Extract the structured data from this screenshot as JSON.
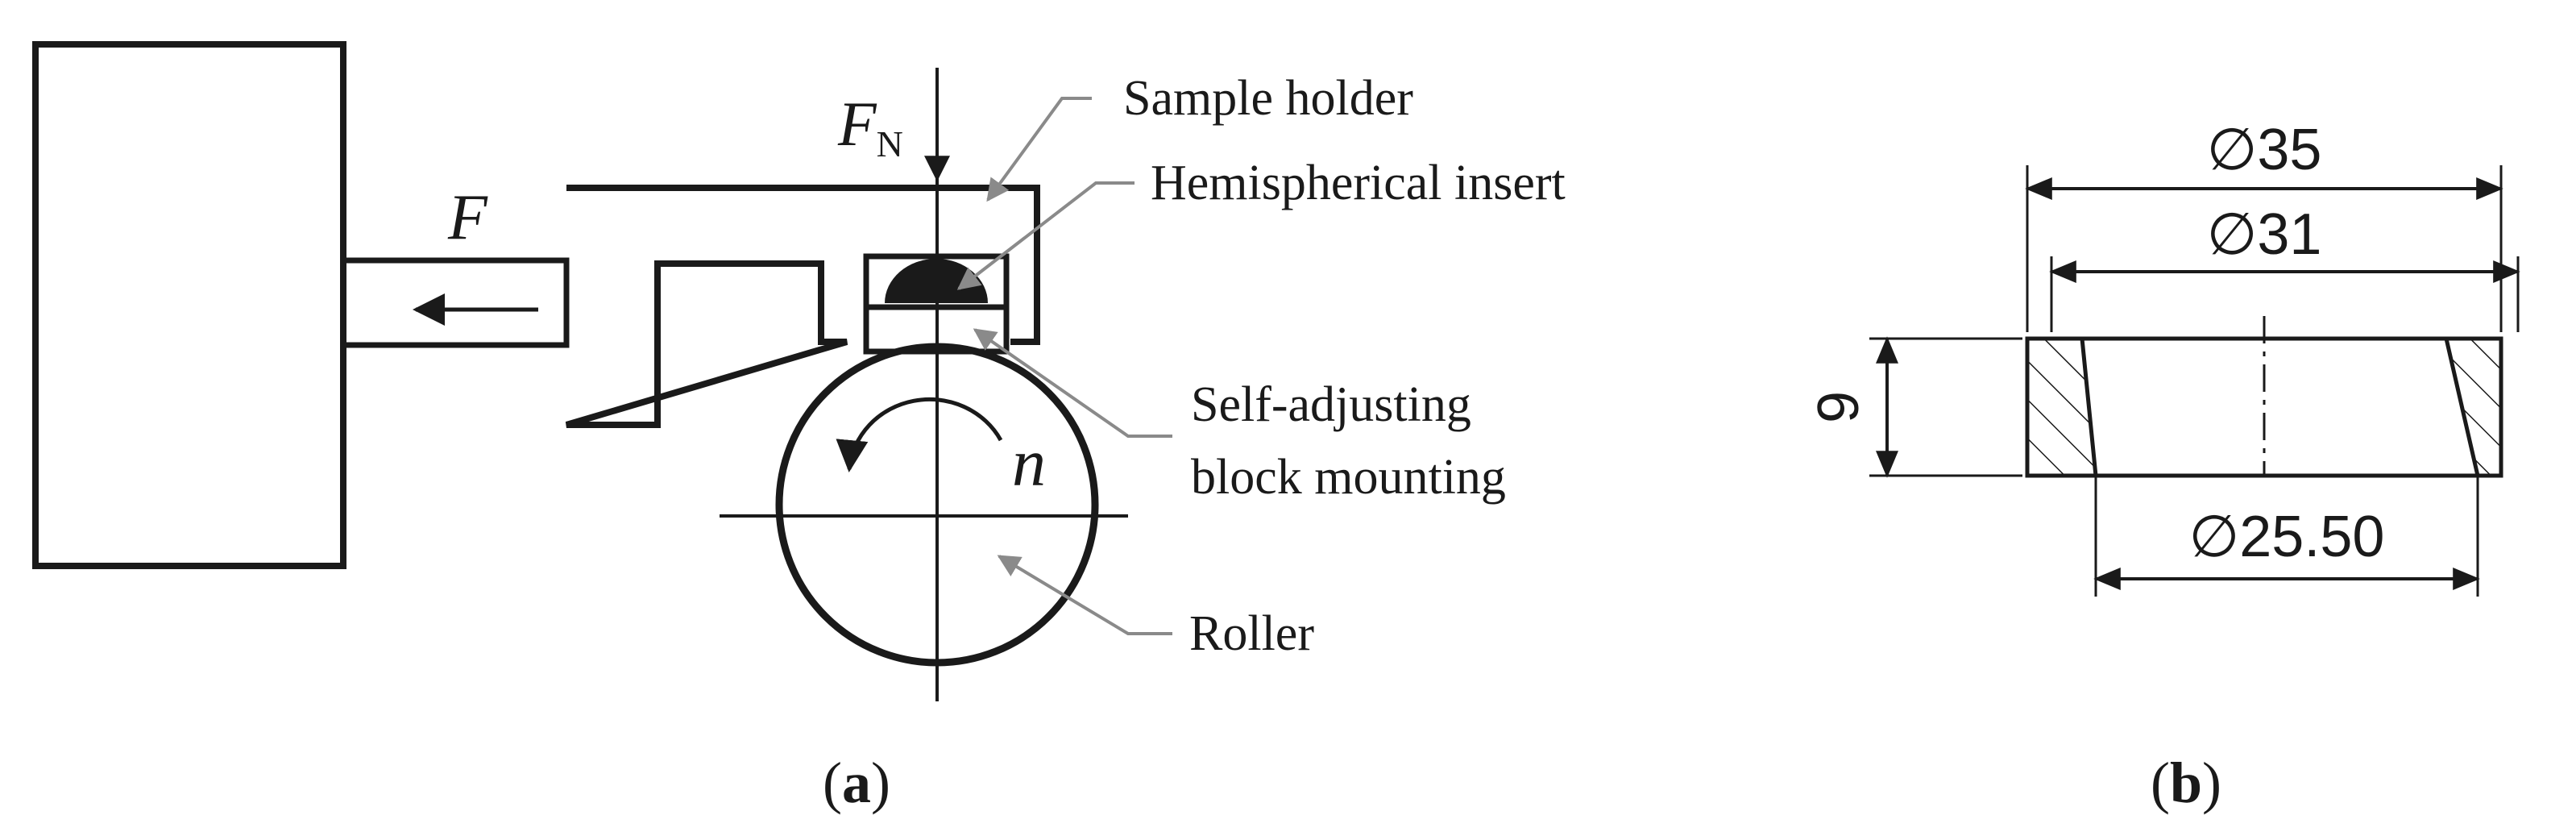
{
  "panel_a": {
    "force_normal": {
      "main": "F",
      "sub": "N"
    },
    "force_friction": "F",
    "rotation": "n",
    "labels": {
      "sample_holder": "Sample holder",
      "hemispherical_insert": "Hemispherical insert",
      "self_adjusting_line1": "Self-adjusting",
      "self_adjusting_line2": "block mounting",
      "roller": "Roller"
    },
    "caption": {
      "open": "(",
      "letter": "a",
      "close": ")"
    }
  },
  "panel_b": {
    "dim_outer": "35",
    "dim_inner": "31",
    "dim_bottom": "25.50",
    "dim_height": "9",
    "diameter_symbol": "∅",
    "caption": {
      "open": "(",
      "letter": "b",
      "close": ")"
    }
  },
  "colors": {
    "ink": "#1a1a1a",
    "leader": "#8a8a8a",
    "background": "#ffffff"
  }
}
